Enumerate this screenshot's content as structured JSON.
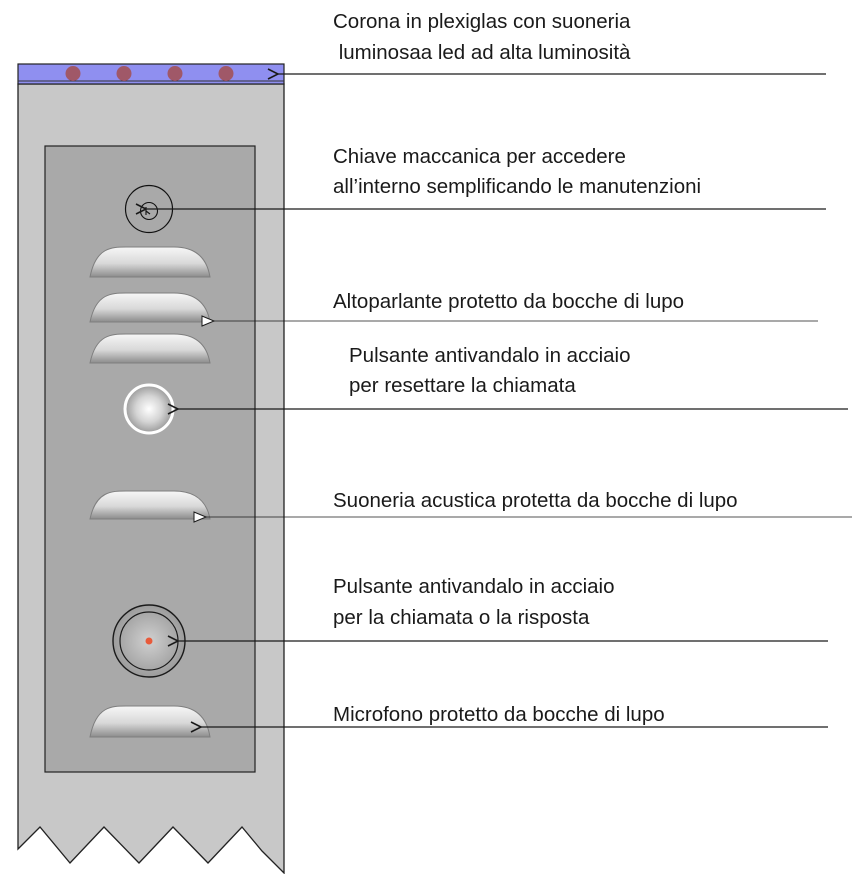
{
  "labels": {
    "corona": [
      "Corona in plexiglas con suoneria",
      " luminosaa led ad alta luminosità"
    ],
    "chiave": [
      "Chiave maccanica per accedere",
      "all’interno semplificando le manutenzioni"
    ],
    "altoparlante": [
      "Altoparlante protetto da bocche di lupo"
    ],
    "pulsante_reset": [
      "Pulsante antivandalo in acciaio",
      "per resettare la chiamata"
    ],
    "suoneria": [
      "Suoneria acustica protetta da bocche di lupo"
    ],
    "pulsante_chiamata": [
      "Pulsante antivandalo in acciaio",
      "per la chiamata o la risposta"
    ],
    "microfono": [
      "Microfono protetto da bocche di lupo"
    ]
  },
  "colors": {
    "column": "#c8c8c8",
    "panel": "#a9a9a9",
    "corona_band": "#8f8ff0",
    "led": "#a05868",
    "call_led": "#e85a3a",
    "leader_line": "#1a1a1a"
  },
  "corona_led_count": 4
}
